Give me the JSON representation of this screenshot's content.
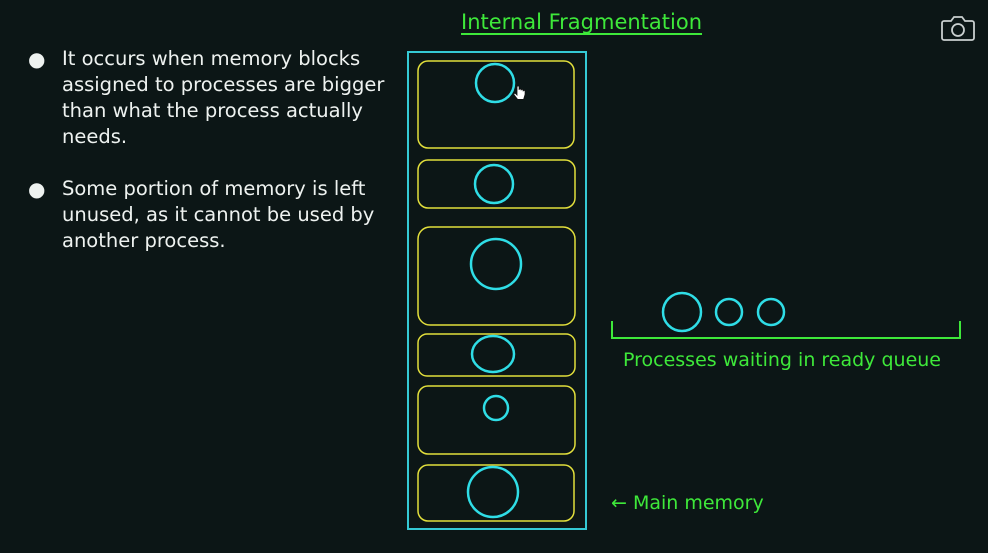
{
  "title": "Internal Fragmentation",
  "bullets": [
    {
      "marker": "●",
      "text": "It occurs when memory blocks assigned to processes are bigger than what the process actually needs."
    },
    {
      "marker": "●",
      "text": "Some portion of memory is left unused, as it cannot be used by another process."
    }
  ],
  "labels": {
    "ready_queue": "Processes waiting in ready queue",
    "main_memory": "← Main memory"
  },
  "icons": {
    "camera": "camera-icon",
    "cursor": "hand-pointer-icon"
  },
  "colors": {
    "background": "#0c1616",
    "accent_green": "#3ee83a",
    "memory_border": "#35c9d4",
    "block_border": "#e2df3c",
    "process_circle": "#2fdde6",
    "text": "#eef2f0"
  }
}
